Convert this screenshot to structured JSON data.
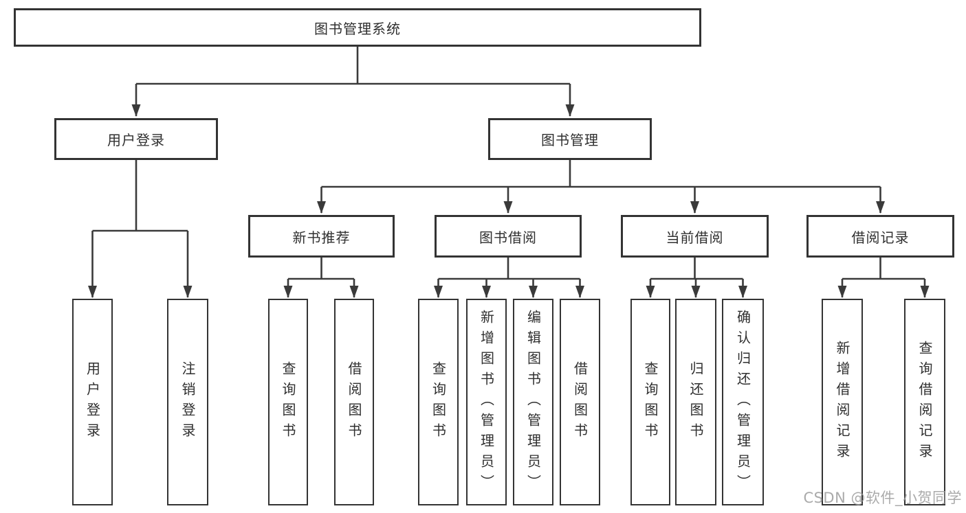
{
  "tree": {
    "root": {
      "label": "图书管理系统"
    },
    "branches": [
      {
        "label": "用户登录",
        "children": [
          {
            "label": "用户登录"
          },
          {
            "label": "注销登录"
          }
        ]
      },
      {
        "label": "图书管理",
        "children": [
          {
            "label": "新书推荐",
            "children": [
              {
                "label": "查询图书"
              },
              {
                "label": "借阅图书"
              }
            ]
          },
          {
            "label": "图书借阅",
            "children": [
              {
                "label": "查询图书"
              },
              {
                "label": "新增图书（管理员）"
              },
              {
                "label": "编辑图书（管理员）"
              },
              {
                "label": "借阅图书"
              }
            ]
          },
          {
            "label": "当前借阅",
            "children": [
              {
                "label": "查询图书"
              },
              {
                "label": "归还图书"
              },
              {
                "label": "确认归还（管理员）"
              }
            ]
          },
          {
            "label": "借阅记录",
            "children": [
              {
                "label": "新增借阅记录"
              },
              {
                "label": "查询借阅记录"
              }
            ]
          }
        ]
      }
    ]
  },
  "watermark": {
    "text": "CSDN @软件_小贺同学"
  },
  "colors": {
    "line": "#3a3a3a",
    "border": "#333333",
    "background": "#ffffff",
    "watermark": "#9b9b9b"
  }
}
